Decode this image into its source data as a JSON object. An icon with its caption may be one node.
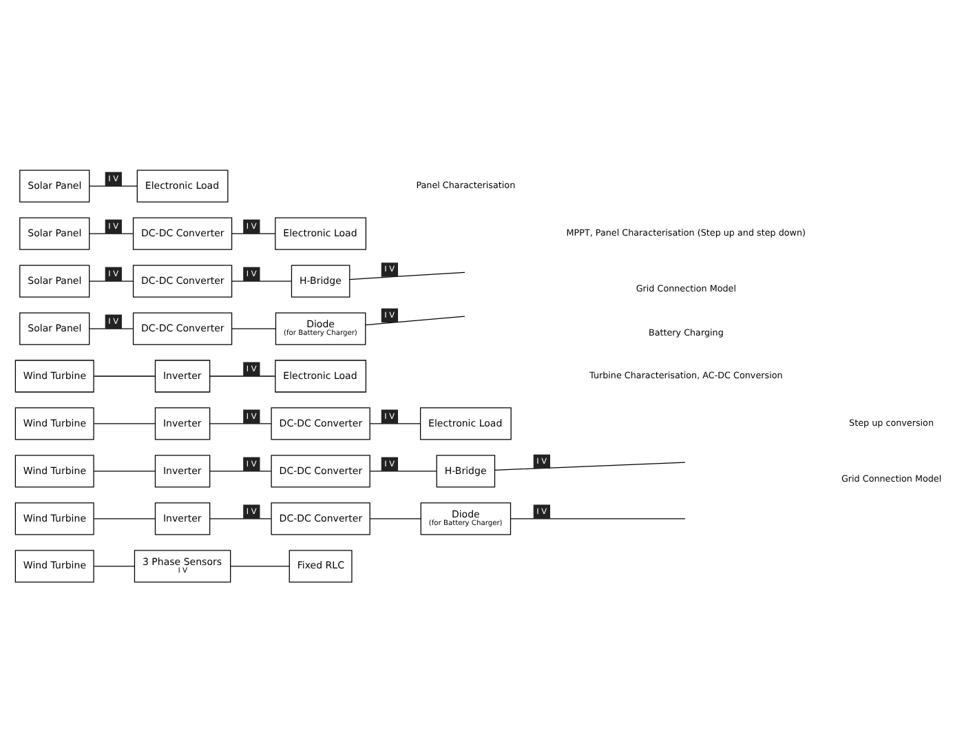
{
  "diagram": {
    "nodes": [
      {
        "text": [
          "Solar Panel"
        ]
      },
      {
        "text": [
          "Electronic Load"
        ]
      },
      {
        "text": [
          "Solar Panel"
        ]
      },
      {
        "text": [
          "DC-DC Converter"
        ]
      },
      {
        "text": [
          "Electronic Load"
        ]
      },
      {
        "text": [
          "Solar Panel"
        ]
      },
      {
        "text": [
          "DC-DC Converter"
        ]
      },
      {
        "text": [
          "H-Bridge"
        ]
      },
      {
        "text": [
          "Solar Panel"
        ]
      },
      {
        "text": [
          "DC-DC Converter"
        ]
      },
      {
        "text": [
          "Diode",
          "(for Battery Charger)"
        ]
      },
      {
        "text": [
          "Wind Turbine"
        ]
      },
      {
        "text": [
          "Inverter"
        ]
      },
      {
        "text": [
          "Electronic Load"
        ]
      },
      {
        "text": [
          "Wind Turbine"
        ]
      },
      {
        "text": [
          "Inverter"
        ]
      },
      {
        "text": [
          "DC-DC Converter"
        ]
      },
      {
        "text": [
          "Electronic Load"
        ]
      },
      {
        "text": [
          "Wind Turbine"
        ]
      },
      {
        "text": [
          "Inverter"
        ]
      },
      {
        "text": [
          "DC-DC Converter"
        ]
      },
      {
        "text": [
          "H-Bridge"
        ]
      },
      {
        "text": [
          "Wind Turbine"
        ]
      },
      {
        "text": [
          "Inverter"
        ]
      },
      {
        "text": [
          "DC-DC Converter"
        ]
      },
      {
        "text": [
          "Diode",
          "(for Battery Charger)"
        ]
      },
      {
        "text": [
          "Wind Turbine"
        ]
      },
      {
        "text": [
          "3 Phase Sensors",
          "I V"
        ]
      },
      {
        "text": [
          "Fixed RLC"
        ]
      }
    ],
    "edges": [
      {
        "from": 0,
        "to": 1,
        "arrow": "none",
        "label": "I V"
      },
      {
        "from": 2,
        "to": 3,
        "arrow": "none",
        "label": "I V"
      },
      {
        "from": 3,
        "to": 4,
        "arrow": "none",
        "label": "I V"
      },
      {
        "from": 5,
        "to": 6,
        "arrow": "none",
        "label": "I V"
      },
      {
        "from": 6,
        "to": 7,
        "arrow": "none",
        "label": "I V"
      },
      {
        "from": 7,
        "to": null,
        "arrow": "none",
        "label": "I V"
      },
      {
        "from": 8,
        "to": 9,
        "arrow": "none",
        "label": "I V"
      },
      {
        "from": 9,
        "to": 10,
        "arrow": "none"
      },
      {
        "from": 10,
        "to": null,
        "arrow": "none",
        "label": "I V"
      },
      {
        "from": 11,
        "to": 12,
        "arrow": "none"
      },
      {
        "from": 12,
        "to": 13,
        "arrow": "none",
        "label": "I V"
      },
      {
        "from": 14,
        "to": 15,
        "arrow": "none"
      },
      {
        "from": 15,
        "to": 16,
        "arrow": "none",
        "label": "I V"
      },
      {
        "from": 16,
        "to": 17,
        "arrow": "none",
        "label": "I V"
      },
      {
        "from": 18,
        "to": 19,
        "arrow": "none"
      },
      {
        "from": 19,
        "to": 20,
        "arrow": "none",
        "label": "I V"
      },
      {
        "from": 20,
        "to": 21,
        "arrow": "none",
        "label": "I V"
      },
      {
        "from": 21,
        "to": null,
        "arrow": "none",
        "label": "I V"
      },
      {
        "from": 22,
        "to": 23,
        "arrow": "none"
      },
      {
        "from": 23,
        "to": 24,
        "arrow": "none",
        "label": "I V"
      },
      {
        "from": 24,
        "to": 25,
        "arrow": "none"
      },
      {
        "from": 25,
        "to": null,
        "arrow": "none",
        "label": "I V"
      },
      {
        "from": 26,
        "to": 27,
        "arrow": "none"
      },
      {
        "from": 27,
        "to": 28,
        "arrow": "none"
      }
    ],
    "labels": [
      "Panel Characterisation",
      "MPPT, Panel Characterisation (Step up and step down)",
      "Grid Connection Model",
      "Battery Charging",
      "Turbine Characterisation, AC-DC Conversion",
      "Step up conversion",
      "Grid Connection Model"
    ]
  }
}
